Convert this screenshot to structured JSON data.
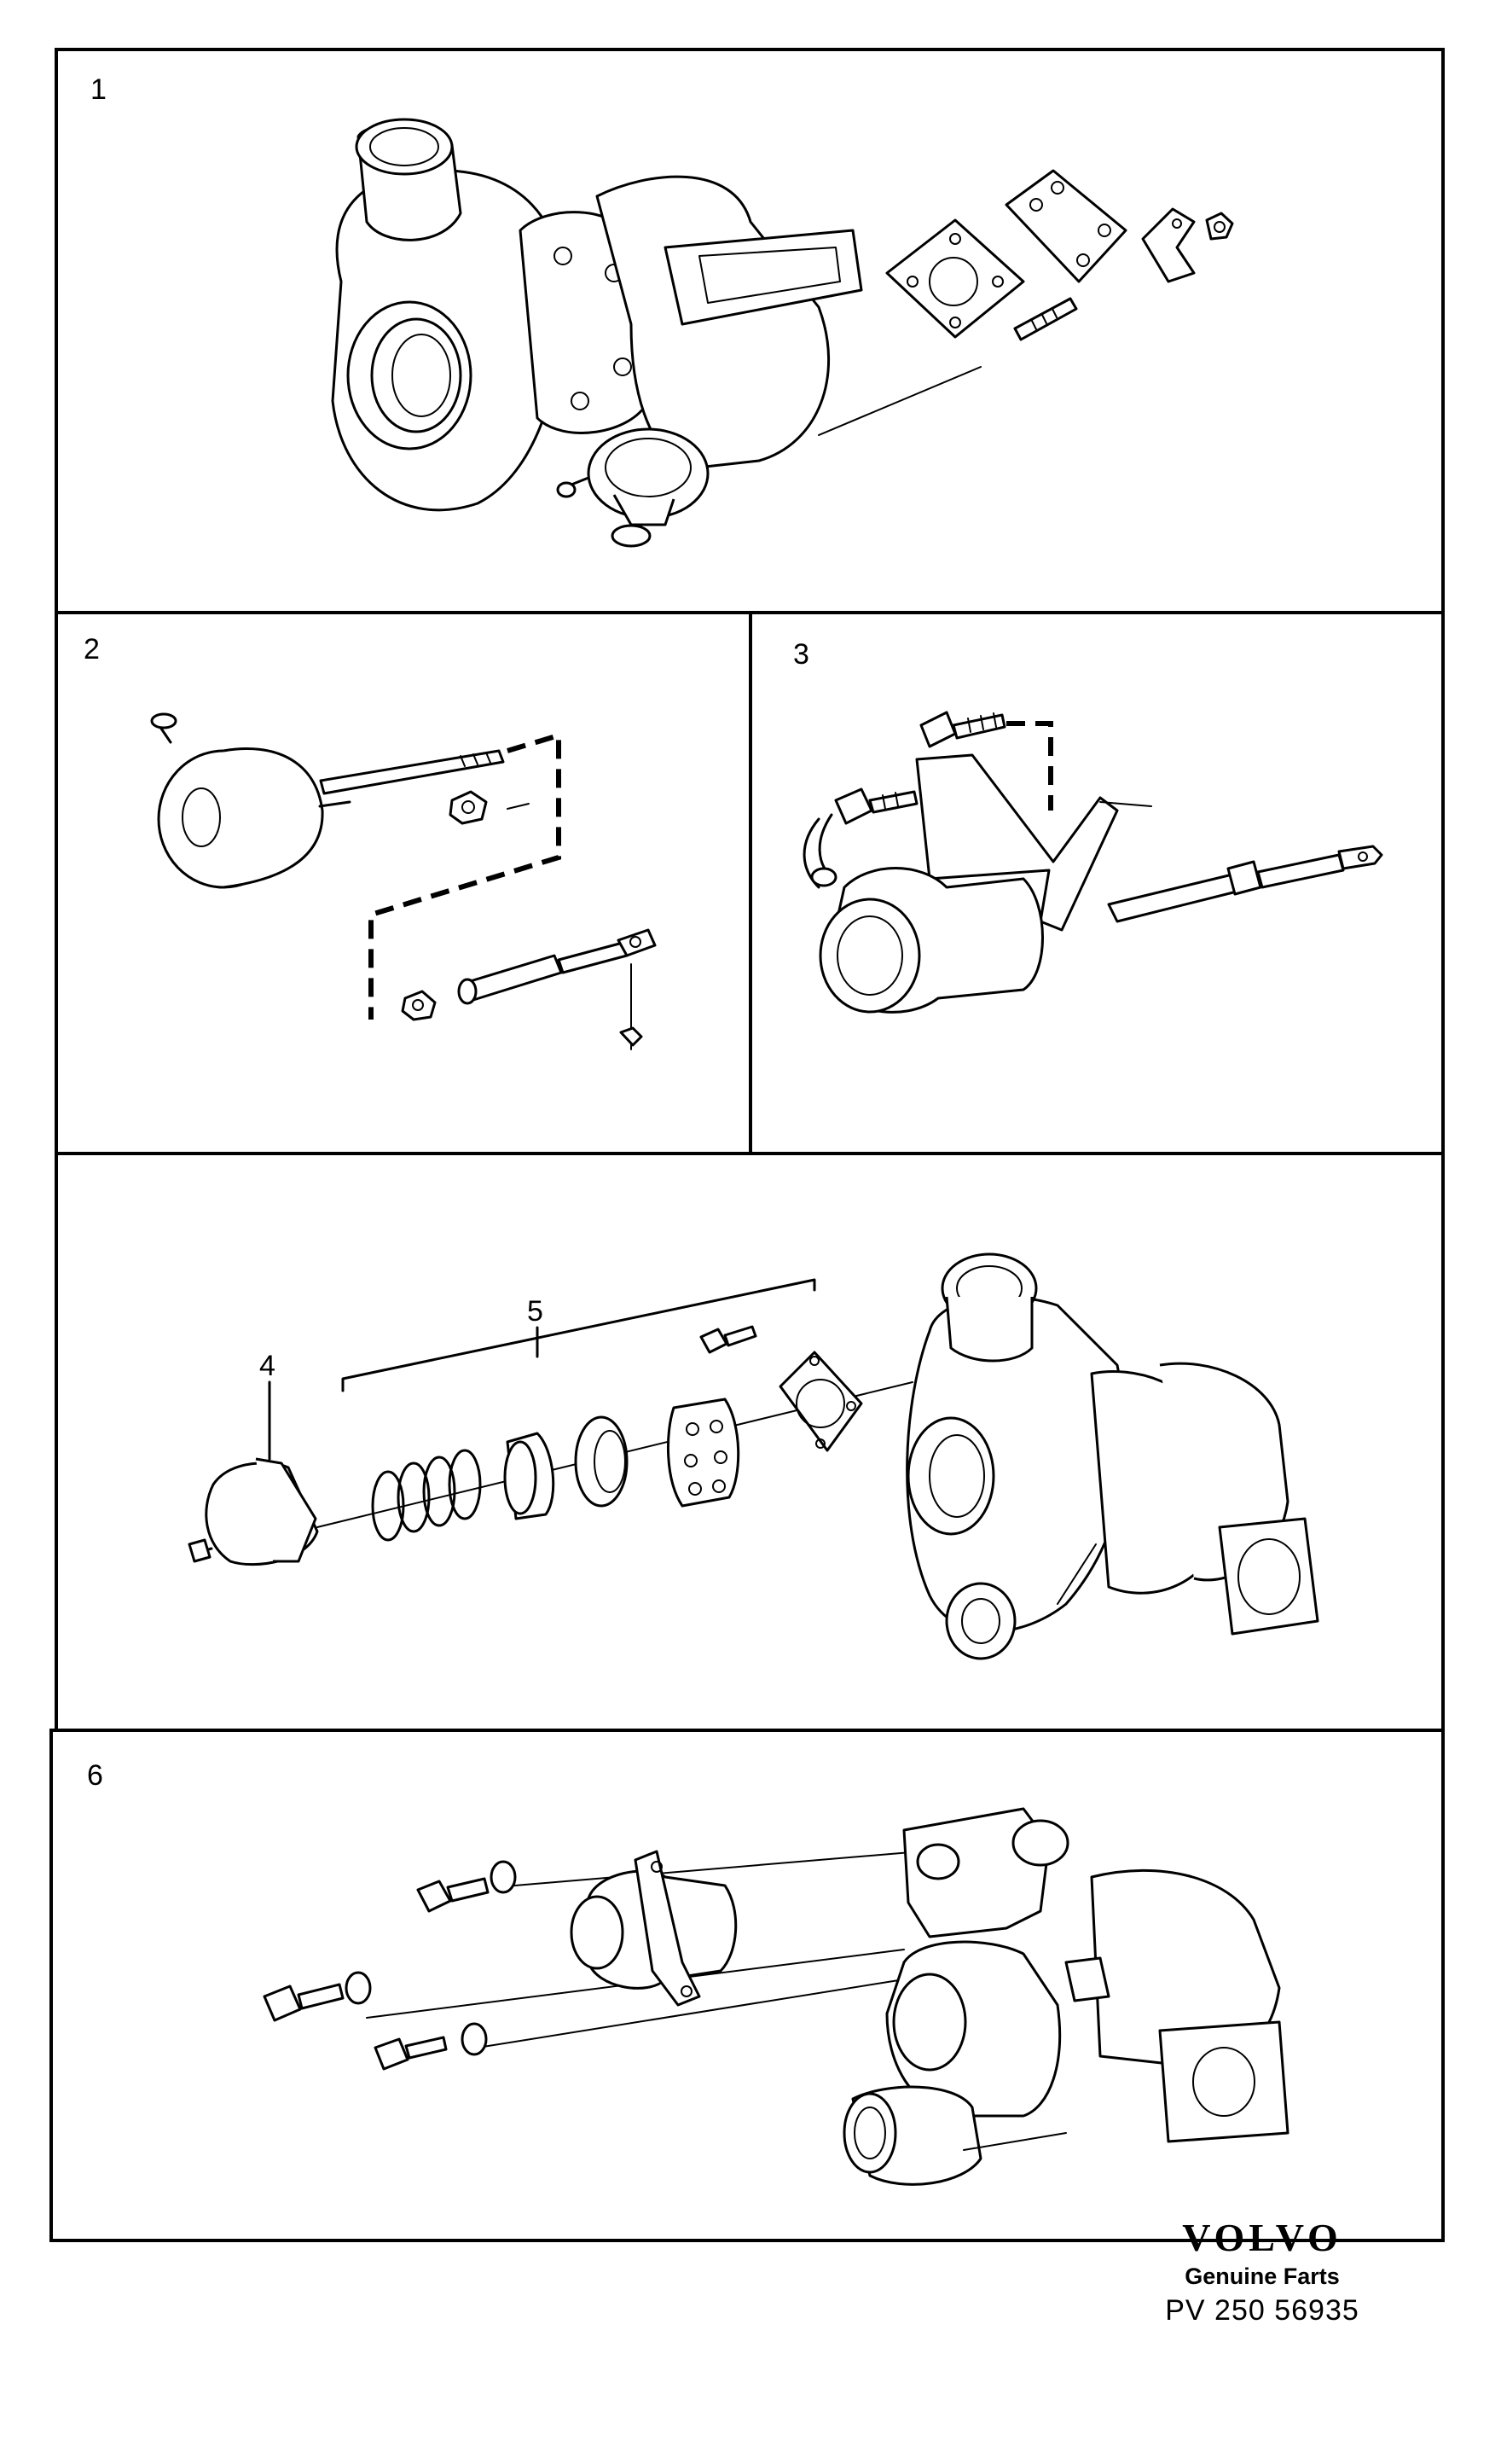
{
  "panels": [
    {
      "number": "1",
      "description": "Turbocharger with exhaust flange gasket, plate and fasteners"
    },
    {
      "number": "2",
      "description": "Wastegate actuator with rod, nut and clevis"
    },
    {
      "number": "3",
      "description": "Wastegate actuator mounted on bracket with screws"
    },
    {
      "number": "4 / 5",
      "description": "Actuator with spring and valve kit exploded toward turbocharger"
    },
    {
      "number": "6",
      "description": "Valve housing with screws and washers exploded toward turbocharger"
    }
  ],
  "callouts": {
    "panel1": "1",
    "panel2": "2",
    "panel3": "3",
    "part4": "4",
    "part5": "5",
    "panel6": "6"
  },
  "footer": {
    "brand": "VOLVO",
    "subtitle": "Genuine Farts",
    "part_code": "PV 250  56935"
  }
}
